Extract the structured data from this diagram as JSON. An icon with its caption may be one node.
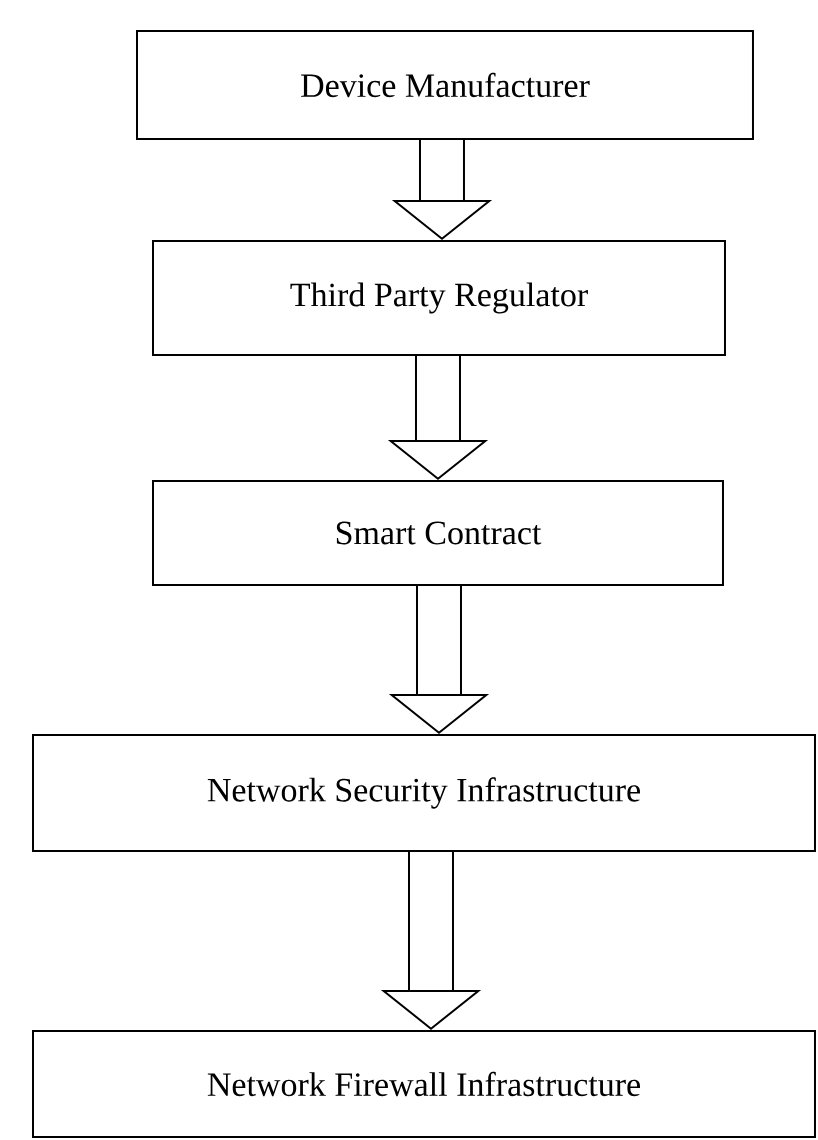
{
  "diagram": {
    "nodes": [
      {
        "text": [
          "Device Manufacturer"
        ]
      },
      {
        "text": [
          "Third Party Regulator"
        ]
      },
      {
        "text": [
          "Smart Contract"
        ]
      },
      {
        "text": [
          "Network Security Infrastructure"
        ]
      },
      {
        "text": [
          "Network Firewall Infrastructure"
        ]
      }
    ],
    "edges": [
      {
        "from": 0,
        "to": 1,
        "arrow": "to"
      },
      {
        "from": 1,
        "to": 2,
        "arrow": "to"
      },
      {
        "from": 2,
        "to": 3,
        "arrow": "to"
      },
      {
        "from": 3,
        "to": 4,
        "arrow": "to"
      }
    ]
  }
}
